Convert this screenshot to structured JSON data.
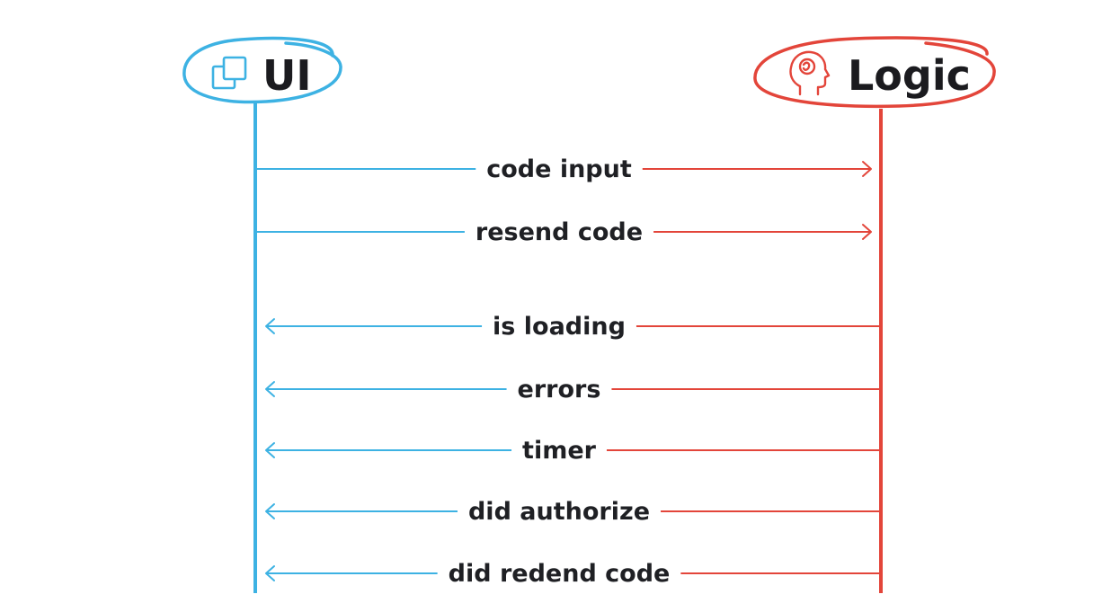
{
  "diagram": {
    "type": "sequence",
    "colors": {
      "ui": "#3db2e3",
      "logic": "#e3453a",
      "text": "#1f2024",
      "background": "#ffffff"
    },
    "actors": {
      "ui": {
        "label": "UI",
        "icon": "window-stack-icon"
      },
      "logic": {
        "label": "Logic",
        "icon": "brain-head-icon"
      }
    },
    "messages": [
      {
        "label": "code input",
        "direction": "ui-to-logic"
      },
      {
        "label": "resend code",
        "direction": "ui-to-logic"
      },
      {
        "label": "is loading",
        "direction": "logic-to-ui"
      },
      {
        "label": "errors",
        "direction": "logic-to-ui"
      },
      {
        "label": "timer",
        "direction": "logic-to-ui"
      },
      {
        "label": "did authorize",
        "direction": "logic-to-ui"
      },
      {
        "label": "did redend code",
        "direction": "logic-to-ui"
      }
    ]
  }
}
